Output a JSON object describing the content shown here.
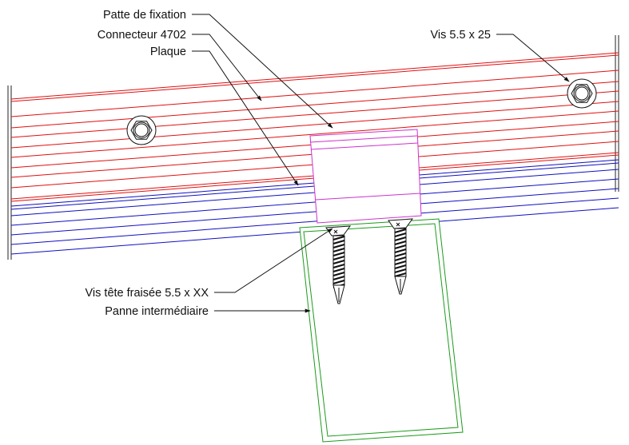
{
  "labels": {
    "patte_de_fixation": "Patte de fixation",
    "connecteur": "Connecteur 4702",
    "plaque": "Plaque",
    "vis_top": "Vis 5.5 x 25",
    "vis_tete_fraisee": "Vis tête fraisée 5.5 x XX",
    "panne_intermediaire": "Panne intermédiaire"
  },
  "colors": {
    "connecteur_lines": "#e01010",
    "plaque_lines": "#1010c0",
    "patte_outline": "#cc33cc",
    "panne_outline": "#1a9a1a",
    "leader_lines": "#111111"
  }
}
